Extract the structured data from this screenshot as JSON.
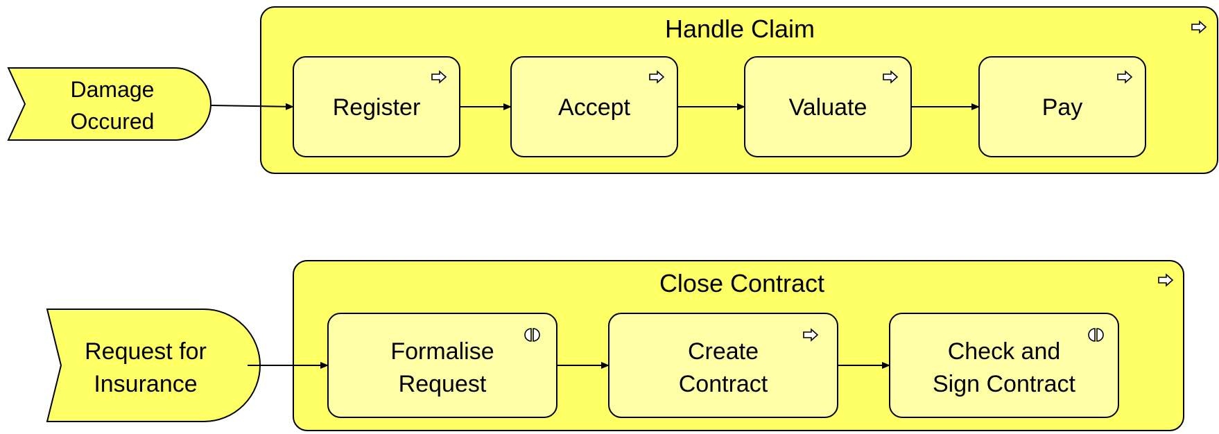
{
  "colors": {
    "container_fill": "#ffff66",
    "process_fill": "#ffffa8",
    "event_fill": "#ffff66",
    "stroke": "#000000"
  },
  "diagram_1": {
    "event": {
      "line1": "Damage",
      "line2": "Occured"
    },
    "container": {
      "title": "Handle Claim",
      "icon": "process-arrow-icon"
    },
    "processes": [
      {
        "line1": "Register",
        "icon": "process-arrow-icon"
      },
      {
        "line1": "Accept",
        "icon": "process-arrow-icon"
      },
      {
        "line1": "Valuate",
        "icon": "process-arrow-icon"
      },
      {
        "line1": "Pay",
        "icon": "process-arrow-icon"
      }
    ]
  },
  "diagram_2": {
    "event": {
      "line1": "Request for",
      "line2": "Insurance"
    },
    "container": {
      "title": "Close Contract",
      "icon": "process-arrow-icon"
    },
    "processes": [
      {
        "line1": "Formalise",
        "line2": "Request",
        "icon": "interaction-icon"
      },
      {
        "line1": "Create",
        "line2": "Contract",
        "icon": "process-arrow-icon"
      },
      {
        "line1": "Check and",
        "line2": "Sign Contract",
        "icon": "interaction-icon"
      }
    ]
  }
}
